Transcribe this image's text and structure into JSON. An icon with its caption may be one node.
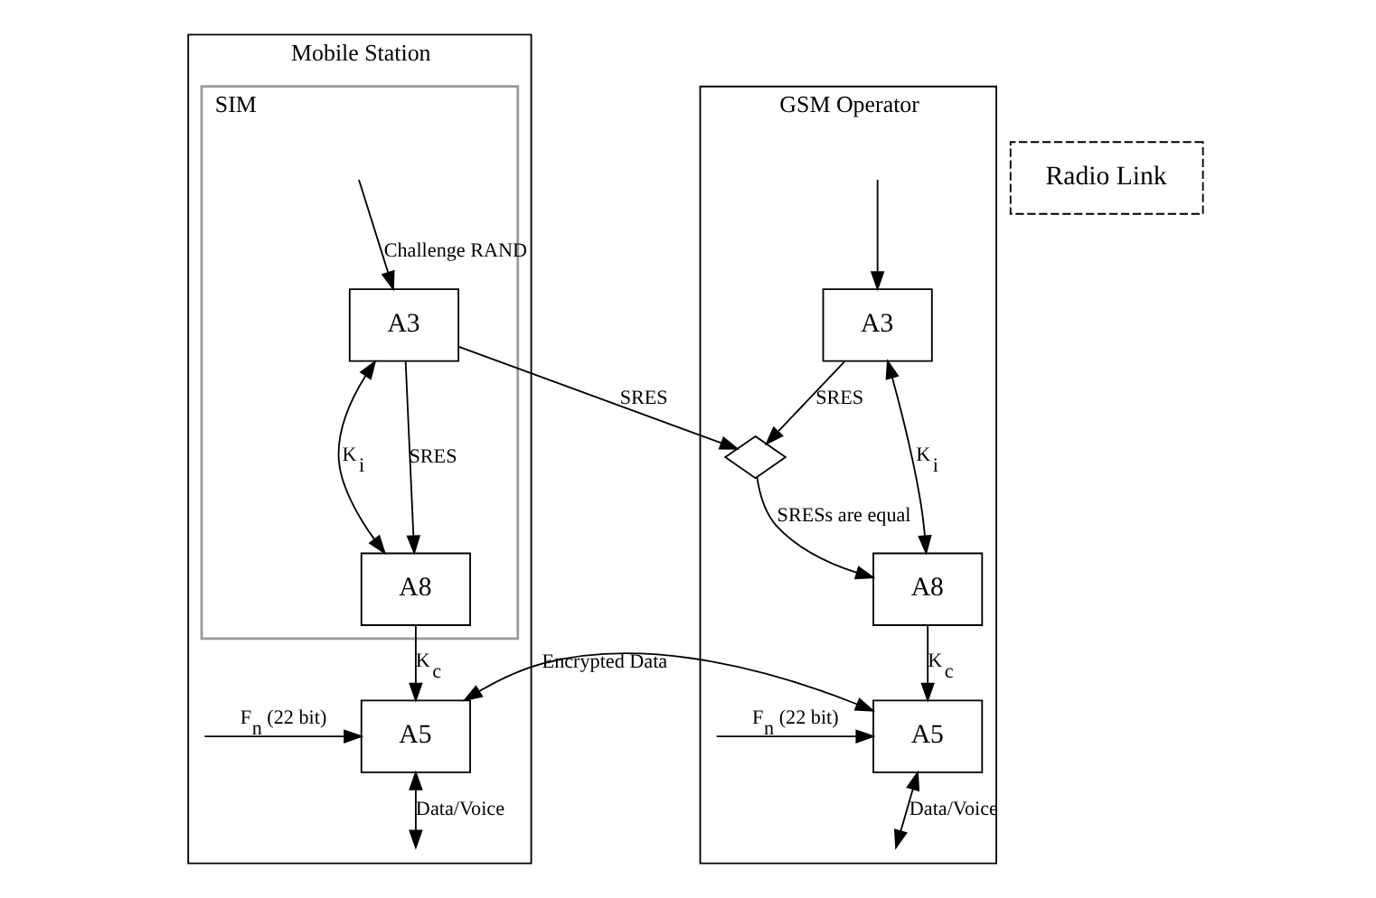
{
  "diagram": {
    "nodes": [
      {
        "text": [
          "Mobile Station"
        ]
      },
      {
        "text": [
          "Radio Link"
        ]
      },
      {
        "text": [
          "GSM Operator"
        ]
      },
      {
        "text": [
          "SIM"
        ],
        "in": 0
      },
      {
        "text": [
          "A3"
        ],
        "in": 3
      },
      {
        "text": [
          "A8"
        ],
        "in": 3
      },
      {
        "text": [
          "A5"
        ],
        "in": 0
      },
      {
        "text": [
          "A3"
        ],
        "in": 2
      },
      {
        "text": [],
        "shape": "diamond",
        "in": 2
      },
      {
        "text": [
          "A8"
        ],
        "in": 2
      },
      {
        "text": [
          "A5"
        ],
        "in": 2
      }
    ],
    "edges": [
      {
        "from": null,
        "to": 4,
        "arrow": "to",
        "label": "Challenge RAND"
      },
      {
        "from": null,
        "to": 7,
        "arrow": "to"
      },
      {
        "from": 4,
        "to": 5,
        "arrow": "both",
        "label": "K$_{i}$"
      },
      {
        "from": 4,
        "to": 5,
        "arrow": "to",
        "label": "SRES"
      },
      {
        "from": 4,
        "to": 8,
        "arrow": "to",
        "label": "SRES"
      },
      {
        "from": 7,
        "to": 8,
        "arrow": "to",
        "label": "SRES"
      },
      {
        "from": 7,
        "to": 9,
        "arrow": "both",
        "label": "K$_{i}$"
      },
      {
        "from": 8,
        "to": 9,
        "arrow": "to",
        "label": "SRESs are equal"
      },
      {
        "from": 5,
        "to": 6,
        "arrow": "to",
        "label": "K$_{c}$"
      },
      {
        "from": 9,
        "to": 10,
        "arrow": "to",
        "label": "K$_{c}$"
      },
      {
        "from": null,
        "to": 6,
        "arrow": "to",
        "label": "F$_{n}$ (22 bit)"
      },
      {
        "from": null,
        "to": 10,
        "arrow": "to",
        "label": "F$_{n}$ (22 bit)"
      },
      {
        "from": null,
        "to": 6,
        "arrow": "both",
        "label": "Data/Voice"
      },
      {
        "from": null,
        "to": 10,
        "arrow": "both",
        "label": "Data/Voice"
      },
      {
        "from": 6,
        "to": 10,
        "arrow": "both",
        "label": "Encrypted Data"
      }
    ]
  }
}
